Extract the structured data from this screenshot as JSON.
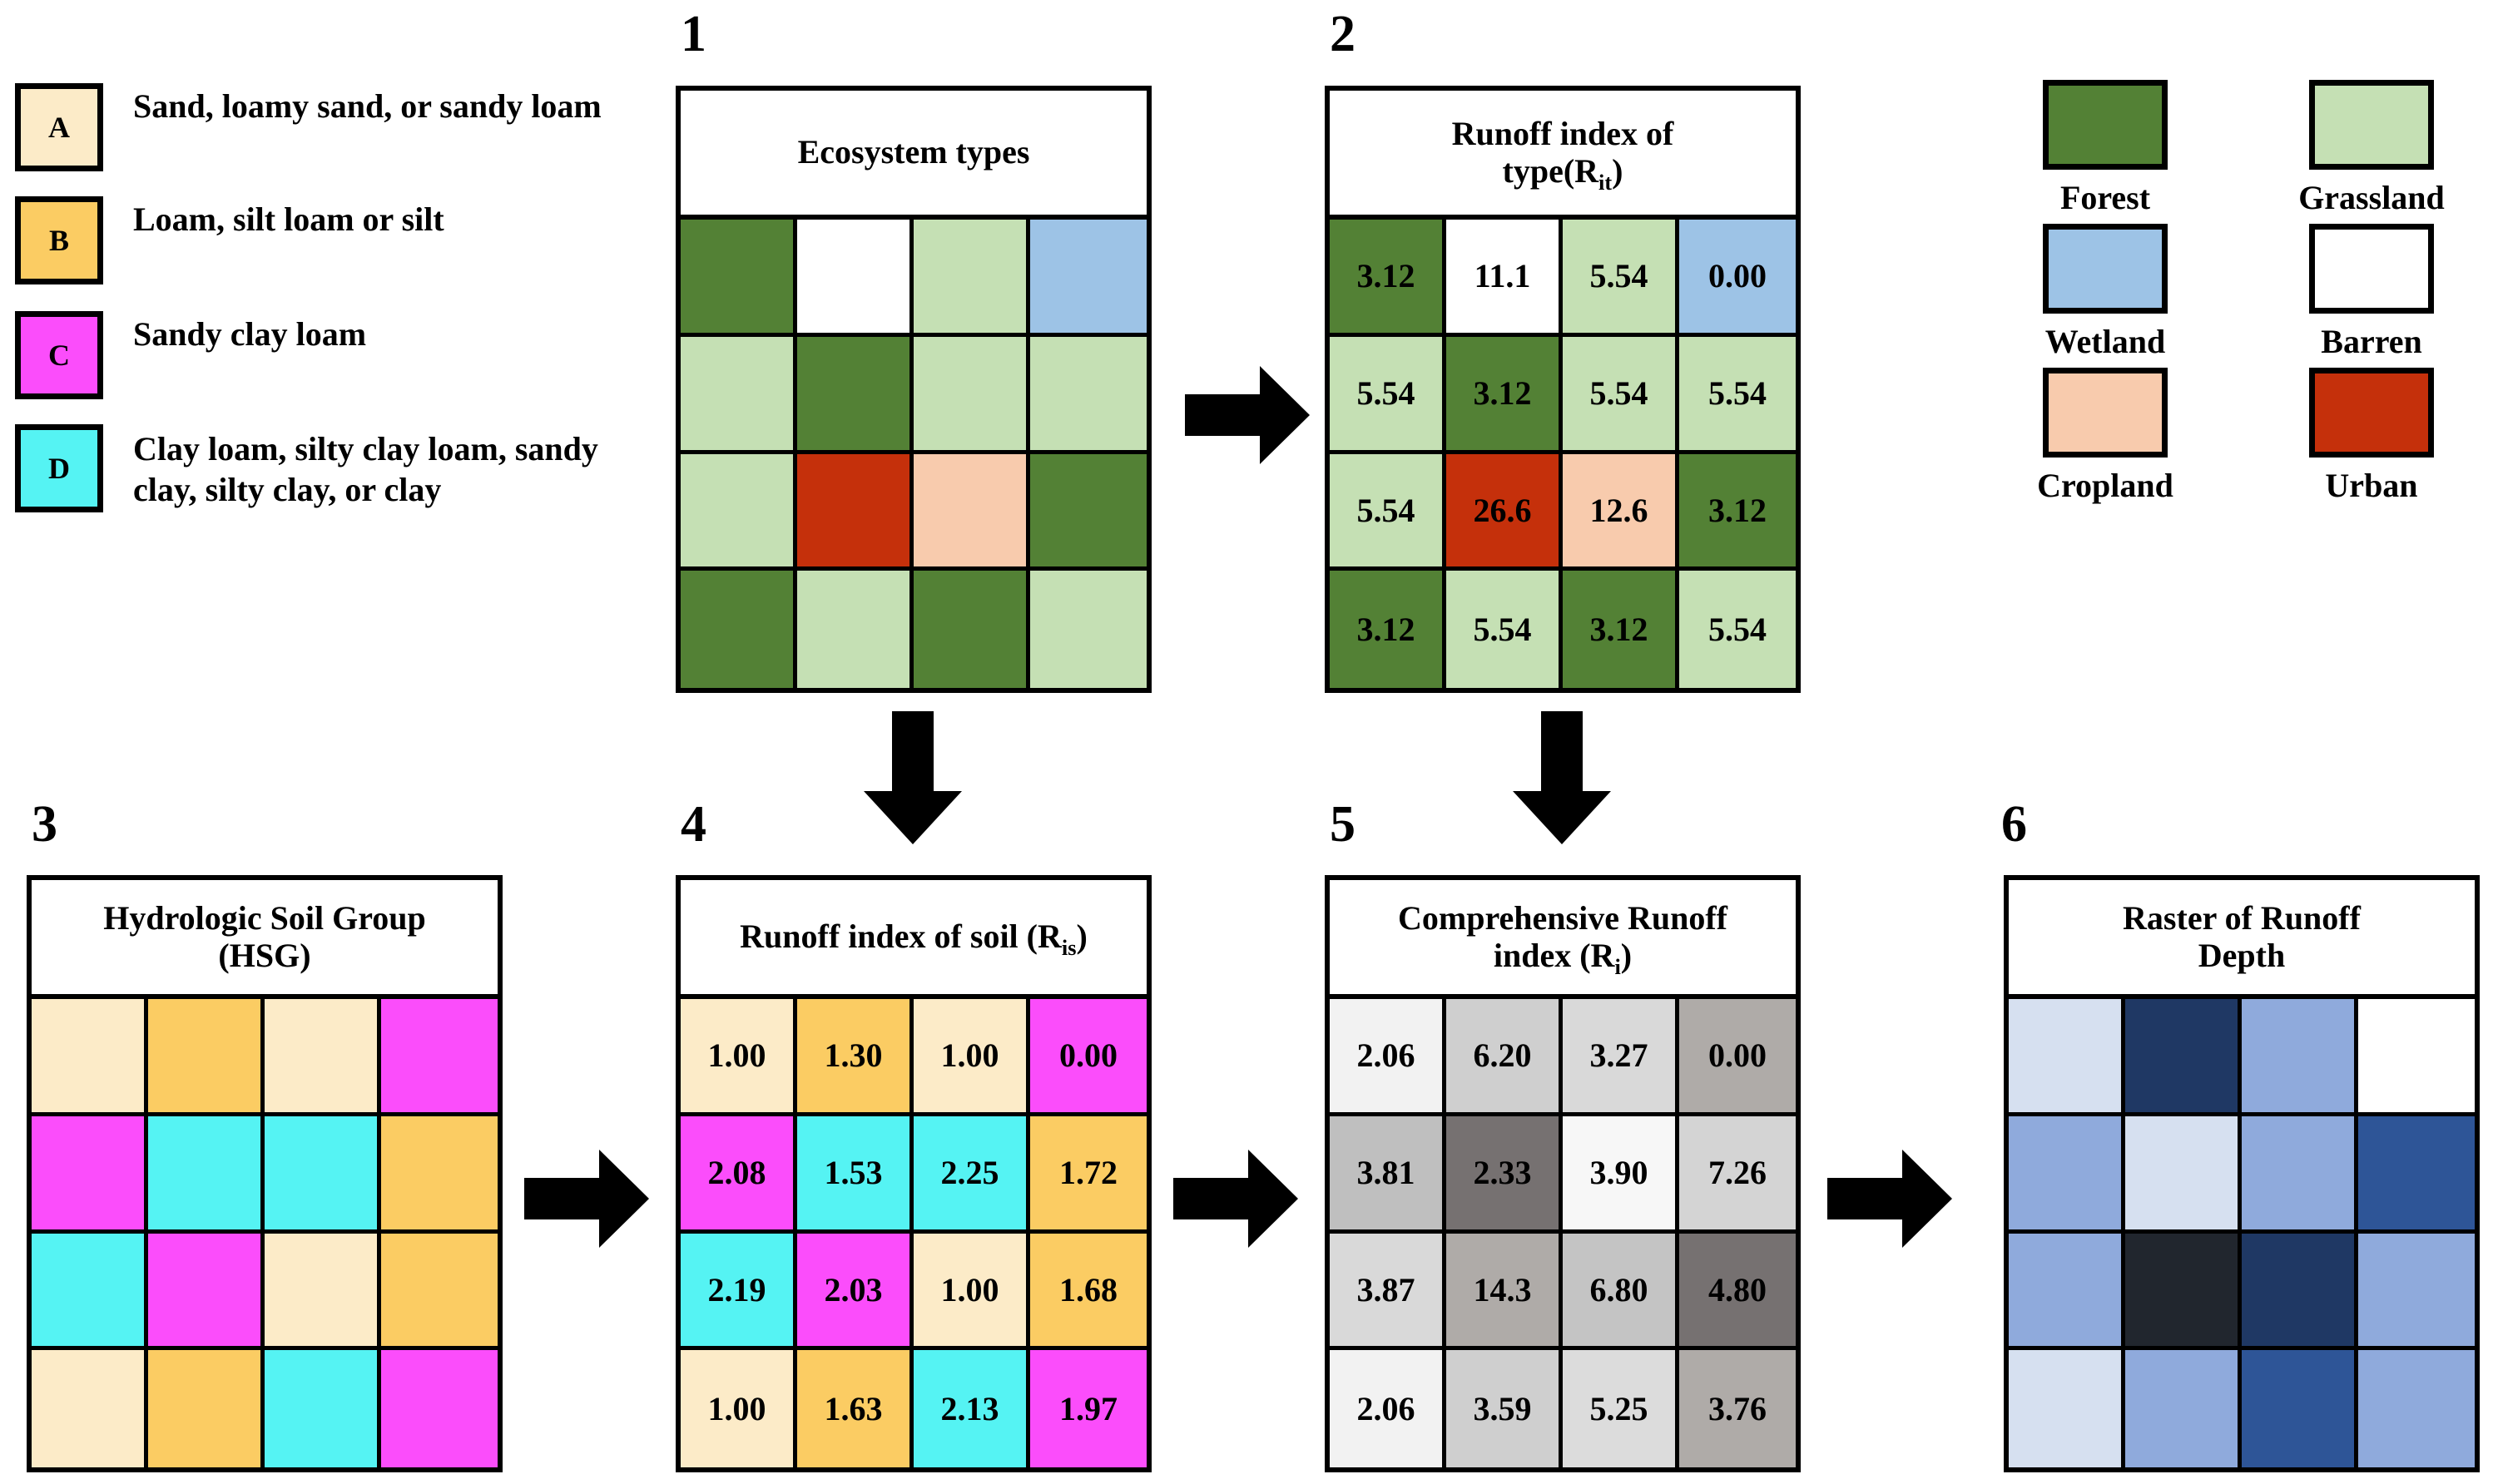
{
  "soil_legend": {
    "items": [
      {
        "code": "A",
        "color": "#FCEBC8",
        "description": "Sand, loamy sand, or sandy loam"
      },
      {
        "code": "B",
        "color": "#FBCC63",
        "description": "Loam, silt loam or silt"
      },
      {
        "code": "C",
        "color": "#FB4DFB",
        "description": "Sandy clay loam"
      },
      {
        "code": "D",
        "color": "#55F3F3",
        "description": "Clay loam, silty clay loam, sandy clay, silty clay, or clay"
      }
    ]
  },
  "ecosystem_legend": {
    "items": [
      {
        "label": "Forest",
        "color": "#538135"
      },
      {
        "label": "Grassland",
        "color": "#C5E0B4"
      },
      {
        "label": "Wetland",
        "color": "#9DC3E6"
      },
      {
        "label": "Barren",
        "color": "#FFFFFF"
      },
      {
        "label": "Cropland",
        "color": "#F8CBAD"
      },
      {
        "label": "Urban",
        "color": "#C5300B"
      }
    ]
  },
  "panels": [
    {
      "number": "1",
      "title": "Ecosystem types",
      "title_html": "Ecosystem types",
      "colors": [
        "#538135",
        "#FFFFFF",
        "#C5E0B4",
        "#9DC3E6",
        "#C5E0B4",
        "#538135",
        "#C5E0B4",
        "#C5E0B4",
        "#C5E0B4",
        "#C5300B",
        "#F8CBAD",
        "#538135",
        "#538135",
        "#C5E0B4",
        "#538135",
        "#C5E0B4"
      ],
      "values": [
        "",
        "",
        "",
        "",
        "",
        "",
        "",
        "",
        "",
        "",
        "",
        "",
        "",
        "",
        "",
        ""
      ]
    },
    {
      "number": "2",
      "title": "Runoff index of type(Rit)",
      "title_html": "Runoff index of<br>type(R<sub>it</sub>)",
      "colors": [
        "#538135",
        "#FFFFFF",
        "#C5E0B4",
        "#9DC3E6",
        "#C5E0B4",
        "#538135",
        "#C5E0B4",
        "#C5E0B4",
        "#C5E0B4",
        "#C5300B",
        "#F8CBAD",
        "#538135",
        "#538135",
        "#C5E0B4",
        "#538135",
        "#C5E0B4"
      ],
      "values": [
        "3.12",
        "11.1",
        "5.54",
        "0.00",
        "5.54",
        "3.12",
        "5.54",
        "5.54",
        "5.54",
        "26.6",
        "12.6",
        "3.12",
        "3.12",
        "5.54",
        "3.12",
        "5.54"
      ]
    },
    {
      "number": "3",
      "title": "Hydrologic Soil Group (HSG)",
      "title_html": "Hydrologic Soil Group<br>(HSG)",
      "colors": [
        "#FCEBC8",
        "#FBCC63",
        "#FCEBC8",
        "#FB4DFB",
        "#FB4DFB",
        "#55F3F3",
        "#55F3F3",
        "#FBCC63",
        "#55F3F3",
        "#FB4DFB",
        "#FCEBC8",
        "#FBCC63",
        "#FCEBC8",
        "#FBCC63",
        "#55F3F3",
        "#FB4DFB"
      ],
      "values": [
        "",
        "",
        "",
        "",
        "",
        "",
        "",
        "",
        "",
        "",
        "",
        "",
        "",
        "",
        "",
        ""
      ]
    },
    {
      "number": "4",
      "title": "Runoff index of soil (Ris)",
      "title_html": "Runoff index of soil (R<sub>is</sub>)",
      "colors": [
        "#FCEBC8",
        "#FBCC63",
        "#FCEBC8",
        "#FB4DFB",
        "#FB4DFB",
        "#55F3F3",
        "#55F3F3",
        "#FBCC63",
        "#55F3F3",
        "#FB4DFB",
        "#FCEBC8",
        "#FBCC63",
        "#FCEBC8",
        "#FBCC63",
        "#55F3F3",
        "#FB4DFB"
      ],
      "values": [
        "1.00",
        "1.30",
        "1.00",
        "0.00",
        "2.08",
        "1.53",
        "2.25",
        "1.72",
        "2.19",
        "2.03",
        "1.00",
        "1.68",
        "1.00",
        "1.63",
        "2.13",
        "1.97"
      ]
    },
    {
      "number": "5",
      "title": "Comprehensive Runoff index (Ri)",
      "title_html": "Comprehensive Runoff<br>index (R<sub>i</sub>)",
      "colors": [
        "#F2F2F2",
        "#CFCFCF",
        "#D9D9D9",
        "#AFABA8",
        "#BFBFBF",
        "#767171",
        "#F7F7F7",
        "#D4D4D4",
        "#D9D9D9",
        "#AFABA8",
        "#C4C4C4",
        "#767171",
        "#F2F2F2",
        "#CFCFCF",
        "#DCDCDC",
        "#AFABA8"
      ],
      "values": [
        "2.06",
        "6.20",
        "3.27",
        "0.00",
        "3.81",
        "2.33",
        "3.90",
        "7.26",
        "3.87",
        "14.3",
        "6.80",
        "4.80",
        "2.06",
        "3.59",
        "5.25",
        "3.76"
      ]
    },
    {
      "number": "6",
      "title": "Raster of Runoff Depth",
      "title_html": "Raster of Runoff<br>Depth",
      "colors": [
        "#D6E0F0",
        "#1F3864",
        "#8FAADC",
        "#FFFFFF",
        "#8FAADC",
        "#D6E0F0",
        "#8FAADC",
        "#2E5597",
        "#8FAADC",
        "#21262E",
        "#1F3864",
        "#8FAADC",
        "#D6E0F0",
        "#8FAADC",
        "#2E5597",
        "#8FAADC"
      ],
      "values": [
        "",
        "",
        "",
        "",
        "",
        "",
        "",
        "",
        "",
        "",
        "",
        "",
        "",
        "",
        "",
        ""
      ]
    }
  ],
  "arrows": [
    {
      "name": "arrow-1-to-2",
      "direction": "right"
    },
    {
      "name": "arrow-1-to-4",
      "direction": "down"
    },
    {
      "name": "arrow-2-to-5",
      "direction": "down"
    },
    {
      "name": "arrow-3-to-4",
      "direction": "right"
    },
    {
      "name": "arrow-4-to-5",
      "direction": "right"
    },
    {
      "name": "arrow-5-to-6",
      "direction": "right"
    }
  ]
}
